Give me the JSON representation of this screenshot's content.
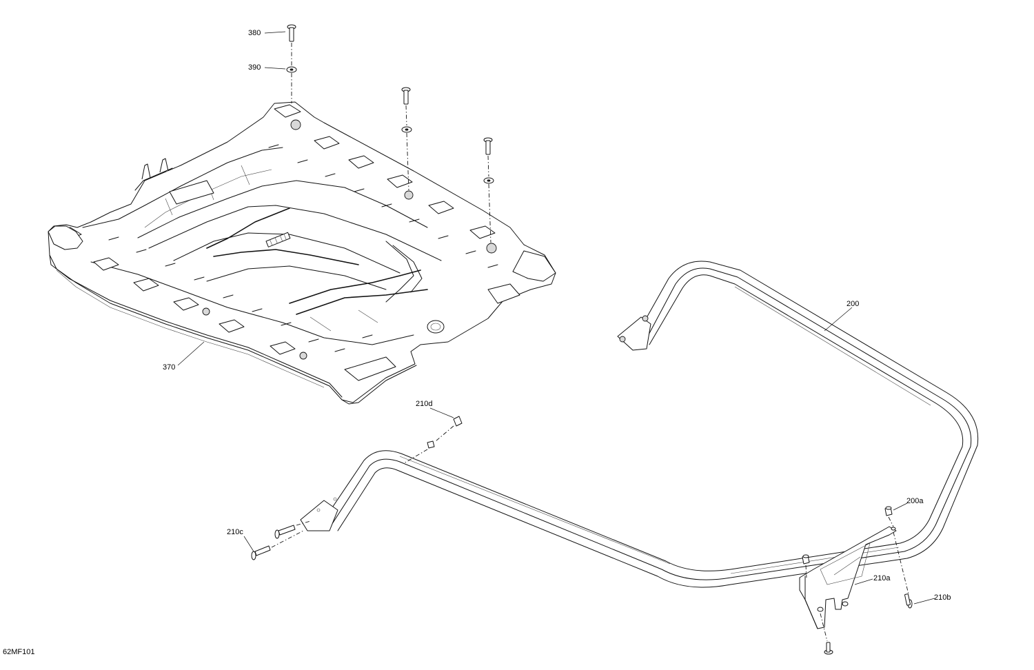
{
  "diagram": {
    "drawing_code": "62MF101",
    "callouts": [
      {
        "id": "380",
        "label": "380"
      },
      {
        "id": "390",
        "label": "390"
      },
      {
        "id": "370",
        "label": "370"
      },
      {
        "id": "200",
        "label": "200"
      },
      {
        "id": "200a",
        "label": "200a"
      },
      {
        "id": "210a",
        "label": "210a"
      },
      {
        "id": "210b",
        "label": "210b"
      },
      {
        "id": "210c",
        "label": "210c"
      },
      {
        "id": "210d",
        "label": "210d"
      }
    ]
  }
}
